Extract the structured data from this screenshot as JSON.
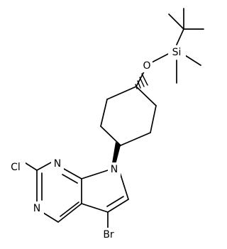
{
  "atoms": {
    "si": "Si",
    "o": "O",
    "n9": "N",
    "cl": "Cl",
    "n3": "N",
    "n1": "N",
    "br": "Br"
  }
}
